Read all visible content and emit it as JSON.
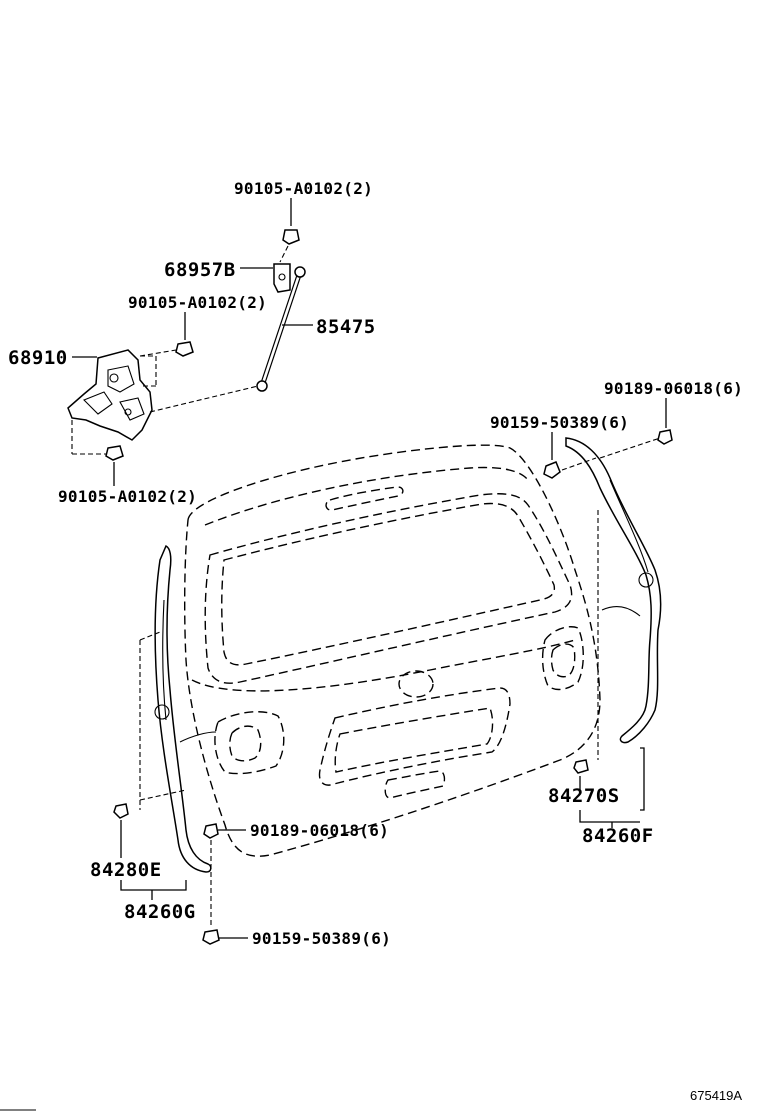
{
  "diagram": {
    "figure_id": "675419A",
    "callouts": {
      "bolt_top": "90105-A0102(2)",
      "bracket": "68957B",
      "bolt_mid": "90105-A0102(2)",
      "stay_rod": "85475",
      "motor": "68910",
      "bolt_lower": "90105-A0102(2)",
      "clip_right": "90189-06018(6)",
      "screw_right": "90159-50389(6)",
      "seal_part_right": "84270S",
      "seal_assy_right": "84260F",
      "clip_left": "90189-06018(6)",
      "seal_part_left": "84280E",
      "seal_assy_left": "84260G",
      "screw_left": "90159-50389(6)"
    }
  }
}
